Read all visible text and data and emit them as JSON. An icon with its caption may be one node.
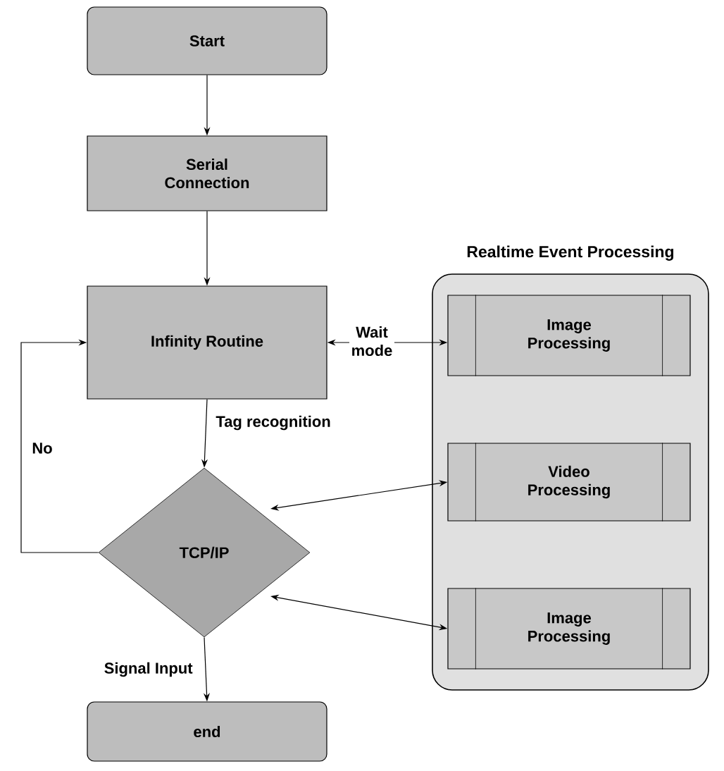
{
  "diagram": {
    "nodes": [
      {
        "text": [
          "Start"
        ]
      },
      {
        "text": [
          "Serial Connection"
        ]
      },
      {
        "text": [
          "Infinity Routine"
        ]
      },
      {
        "text": [
          "Realtime Event Processing"
        ]
      },
      {
        "text": [
          "Image Processing"
        ],
        "in": 3
      },
      {
        "text": [
          "Video Processing"
        ],
        "in": 3
      },
      {
        "text": [
          "Image Processing"
        ],
        "in": 3
      },
      {
        "text": [
          "TCP/IP"
        ]
      },
      {
        "text": [
          "end"
        ]
      }
    ],
    "edges": [
      {
        "from": 0,
        "to": 1,
        "arrow": "to"
      },
      {
        "from": 1,
        "to": 2,
        "arrow": "to"
      },
      {
        "from": 2,
        "to": 4,
        "arrow": "both",
        "label": "Wait mode"
      },
      {
        "from": 2,
        "to": 7,
        "arrow": "to",
        "label": "Tag recognition"
      },
      {
        "from": 7,
        "to": 2,
        "arrow": "to",
        "label": "No"
      },
      {
        "from": 7,
        "to": 5,
        "arrow": "both"
      },
      {
        "from": 7,
        "to": 6,
        "arrow": "both"
      },
      {
        "from": 7,
        "to": 8,
        "arrow": "to",
        "label": "Signal Input"
      }
    ]
  }
}
